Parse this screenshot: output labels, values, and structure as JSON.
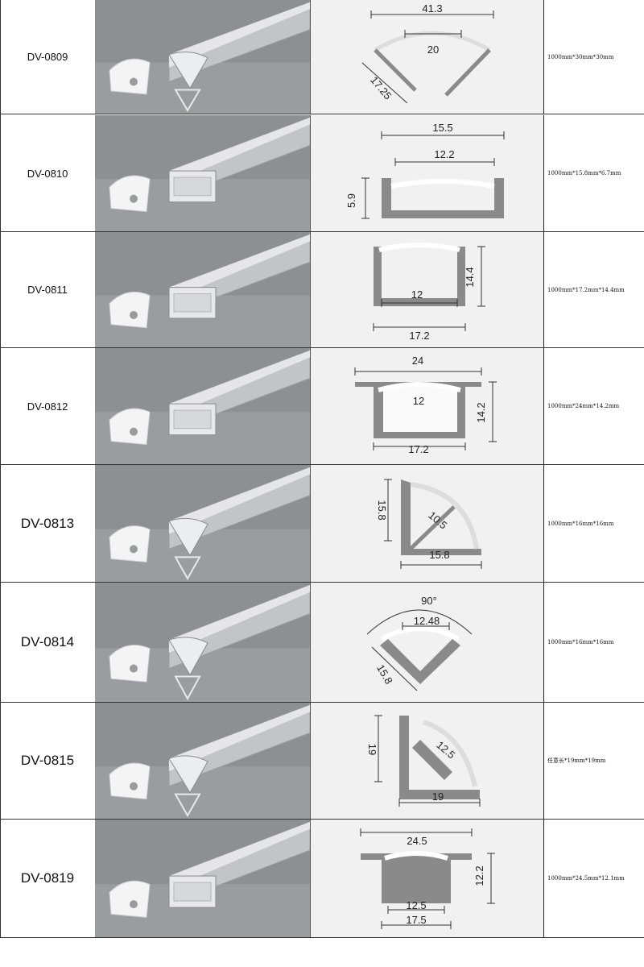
{
  "rows": [
    {
      "model": "DV-0809",
      "dims": [
        "41.3",
        "20",
        "17.25"
      ],
      "size": "1000mm*30mm*30mm",
      "profile": "curved-corner"
    },
    {
      "model": "DV-0810",
      "dims": [
        "15.5",
        "12.2",
        "5.9"
      ],
      "size": "1000mm*15.8mm*6.7mm",
      "profile": "flat-u"
    },
    {
      "model": "DV-0811",
      "dims": [
        "12",
        "14.4",
        "17.2"
      ],
      "size": "1000mm*17.2mm*14.4mm",
      "profile": "deep-u"
    },
    {
      "model": "DV-0812",
      "dims": [
        "24",
        "12",
        "14.2",
        "17.2"
      ],
      "size": "1000mm*24mm*14.2mm",
      "profile": "flanged-u"
    },
    {
      "model": "DV-0813",
      "dims": [
        "15.8",
        "10.5",
        "15.8"
      ],
      "size": "1000mm*16mm*16mm",
      "profile": "corner-triangle"
    },
    {
      "model": "DV-0814",
      "dims": [
        "90°",
        "12.48",
        "15.8"
      ],
      "size": "1000mm*16mm*16mm",
      "profile": "corner-arc"
    },
    {
      "model": "DV-0815",
      "dims": [
        "19",
        "12.5",
        "19"
      ],
      "size": "任意长*19mm*19mm",
      "profile": "corner-square"
    },
    {
      "model": "DV-0819",
      "dims": [
        "24.5",
        "12.2",
        "12.5",
        "17.5"
      ],
      "size": "1000mm*24.5mm*12.1mm",
      "profile": "recessed-u"
    }
  ],
  "colors": {
    "photo_bg": "#8e8f93",
    "drawing_bg": "#f1f1f1",
    "profile_fill": "#8a8a8a",
    "diffuser": "#e6e6ea"
  }
}
